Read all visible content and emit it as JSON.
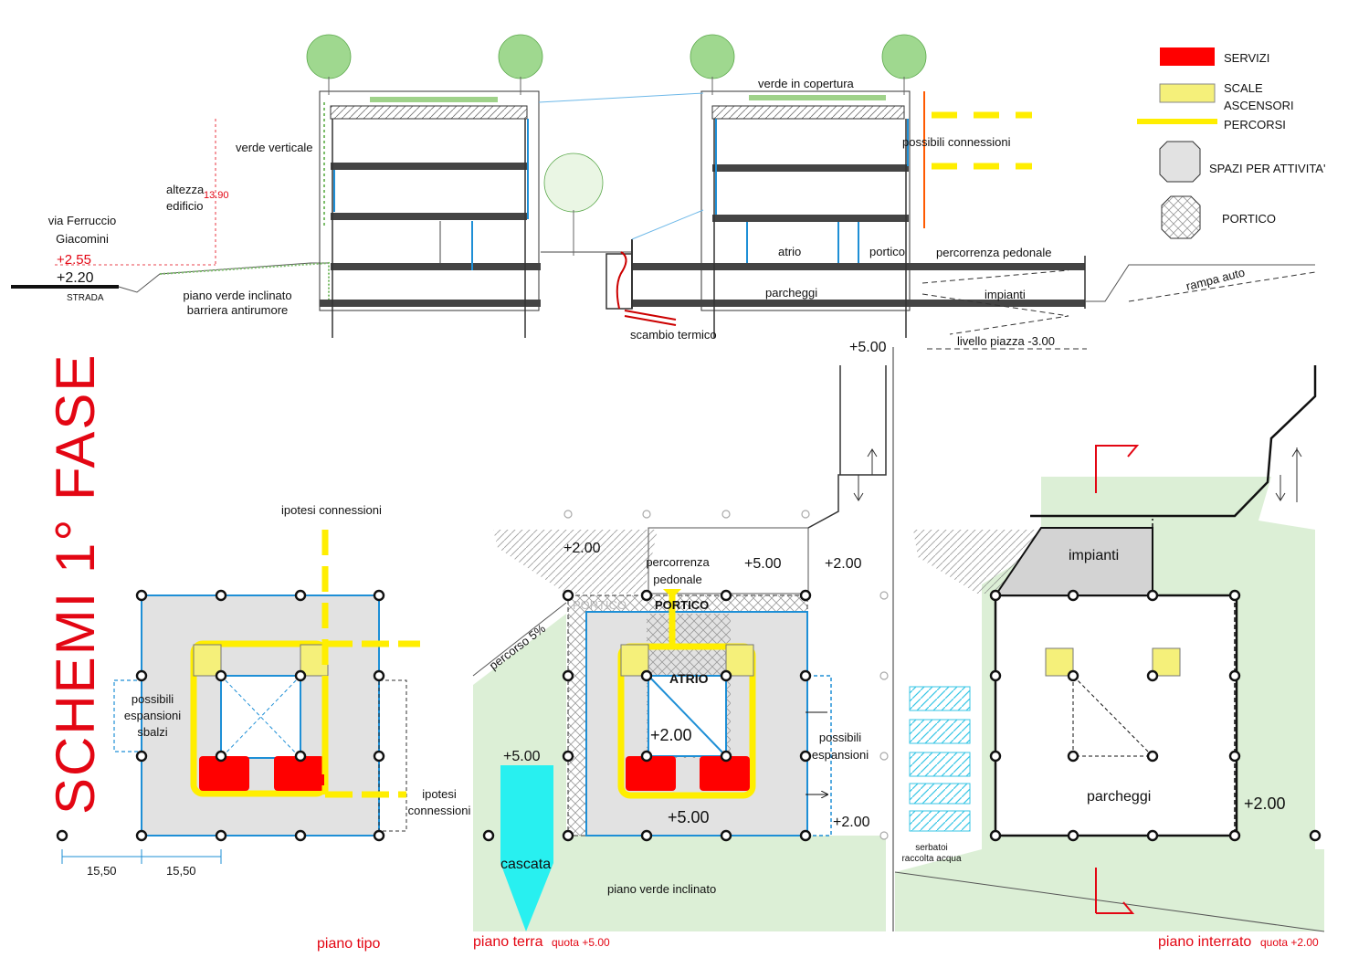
{
  "title": "SCHEMI 1° FASE",
  "colors": {
    "servizi": "#ff0000",
    "scale": "#f5f07a",
    "percorsi": "#ffee00",
    "spazi": "#e2e2e2",
    "green": "#dcefd6",
    "water": "#28f0f0",
    "accent_red": "#e30613",
    "blue_line": "#1e8fd6"
  },
  "legend": {
    "items": [
      {
        "label": "SERVIZI",
        "symbol": "red-rectangle-swatch"
      },
      {
        "label": "SCALE\nASCENSORI",
        "symbol": "yellow-rectangle-swatch"
      },
      {
        "label": "PERCORSI",
        "symbol": "yellow-line-swatch"
      },
      {
        "label": "SPAZI PER ATTIVITA'",
        "symbol": "grey-octagon-swatch"
      },
      {
        "label": "PORTICO",
        "symbol": "hatched-octagon-swatch"
      }
    ]
  },
  "section": {
    "labels": {
      "verde_copertura": "verde in copertura",
      "verde_verticale": "verde verticale",
      "altezza": "altezza\nedificio",
      "altezza_val": "13.90",
      "via": "via Ferruccio\nGiacomini",
      "lvl_255": "+2.55",
      "lvl_220": "+2.20",
      "strada": "STRADA",
      "piano_verde": "piano verde inclinato\nbarriera antirumore",
      "scambio": "scambio termico",
      "atrio": "atrio",
      "portico": "portico",
      "percorrenza": "percorrenza pedonale",
      "parcheggi": "parcheggi",
      "impianti": "impianti",
      "possibili": "possibili connessioni",
      "rampa": "rampa auto",
      "livello_piazza": "livello piazza -3.00",
      "lvl_500": "+5.00"
    }
  },
  "plan_tipo": {
    "caption": "piano tipo",
    "ipotesi_top": "ipotesi connessioni",
    "ipotesi_right": "ipotesi\nconnessioni",
    "possibili": "possibili\nespansioni\nsbalzi",
    "dim1": "15,50",
    "dim2": "15,50"
  },
  "plan_terra": {
    "caption": "piano terra",
    "quota": "quota +5.00",
    "lvl_200_top": "+2.00",
    "lvl_500_top": "+5.00",
    "lvl_200_right": "+2.00",
    "percorrenza": "percorrenza\npedonale",
    "portico_bold": "PORTICO",
    "portico_ghost": "PORTICO",
    "percorso": "percorso 5%",
    "atrio": "ATRIO",
    "lvl_atrio": "+2.00",
    "lvl_500_bottom": "+5.00",
    "lvl_200_bottom_right": "+2.00",
    "possibili": "possibili\nespansioni",
    "lvl_cascata": "+5.00",
    "cascata": "cascata",
    "piano_verde": "piano verde inclinato"
  },
  "plan_interrato": {
    "caption": "piano interrato",
    "quota": "quota +2.00",
    "impianti": "impianti",
    "parcheggi": "parcheggi",
    "lvl_200": "+2.00",
    "serbatoi": "serbatoi\nraccolta acqua"
  }
}
